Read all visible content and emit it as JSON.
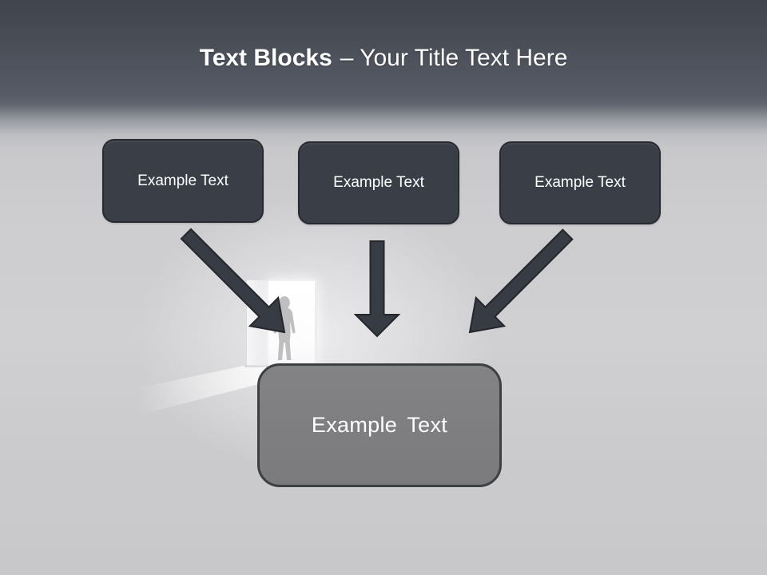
{
  "title": {
    "emphasis": "Text Blocks",
    "subtitle": "– Your Title Text Here"
  },
  "text_blocks": [
    {
      "label": "Example Text"
    },
    {
      "label": "Example Text"
    },
    {
      "label": "Example Text"
    }
  ],
  "result_block": {
    "label": "Example Text"
  },
  "illustration": {
    "name": "open-doorway-with-person-silhouette"
  },
  "colors": {
    "header_top": "#40444d",
    "header_bottom": "#565b65",
    "body_background": "#cbcbcd",
    "block_fill": "#3a3f47",
    "block_border": "#272b31",
    "block_text": "#ffffff",
    "result_fill": "#7f7f81",
    "result_border": "#3c4043",
    "result_text": "#ffffff",
    "arrow_fill": "#373c44",
    "arrow_outline": "#23262b",
    "title_text": "#ffffff"
  }
}
